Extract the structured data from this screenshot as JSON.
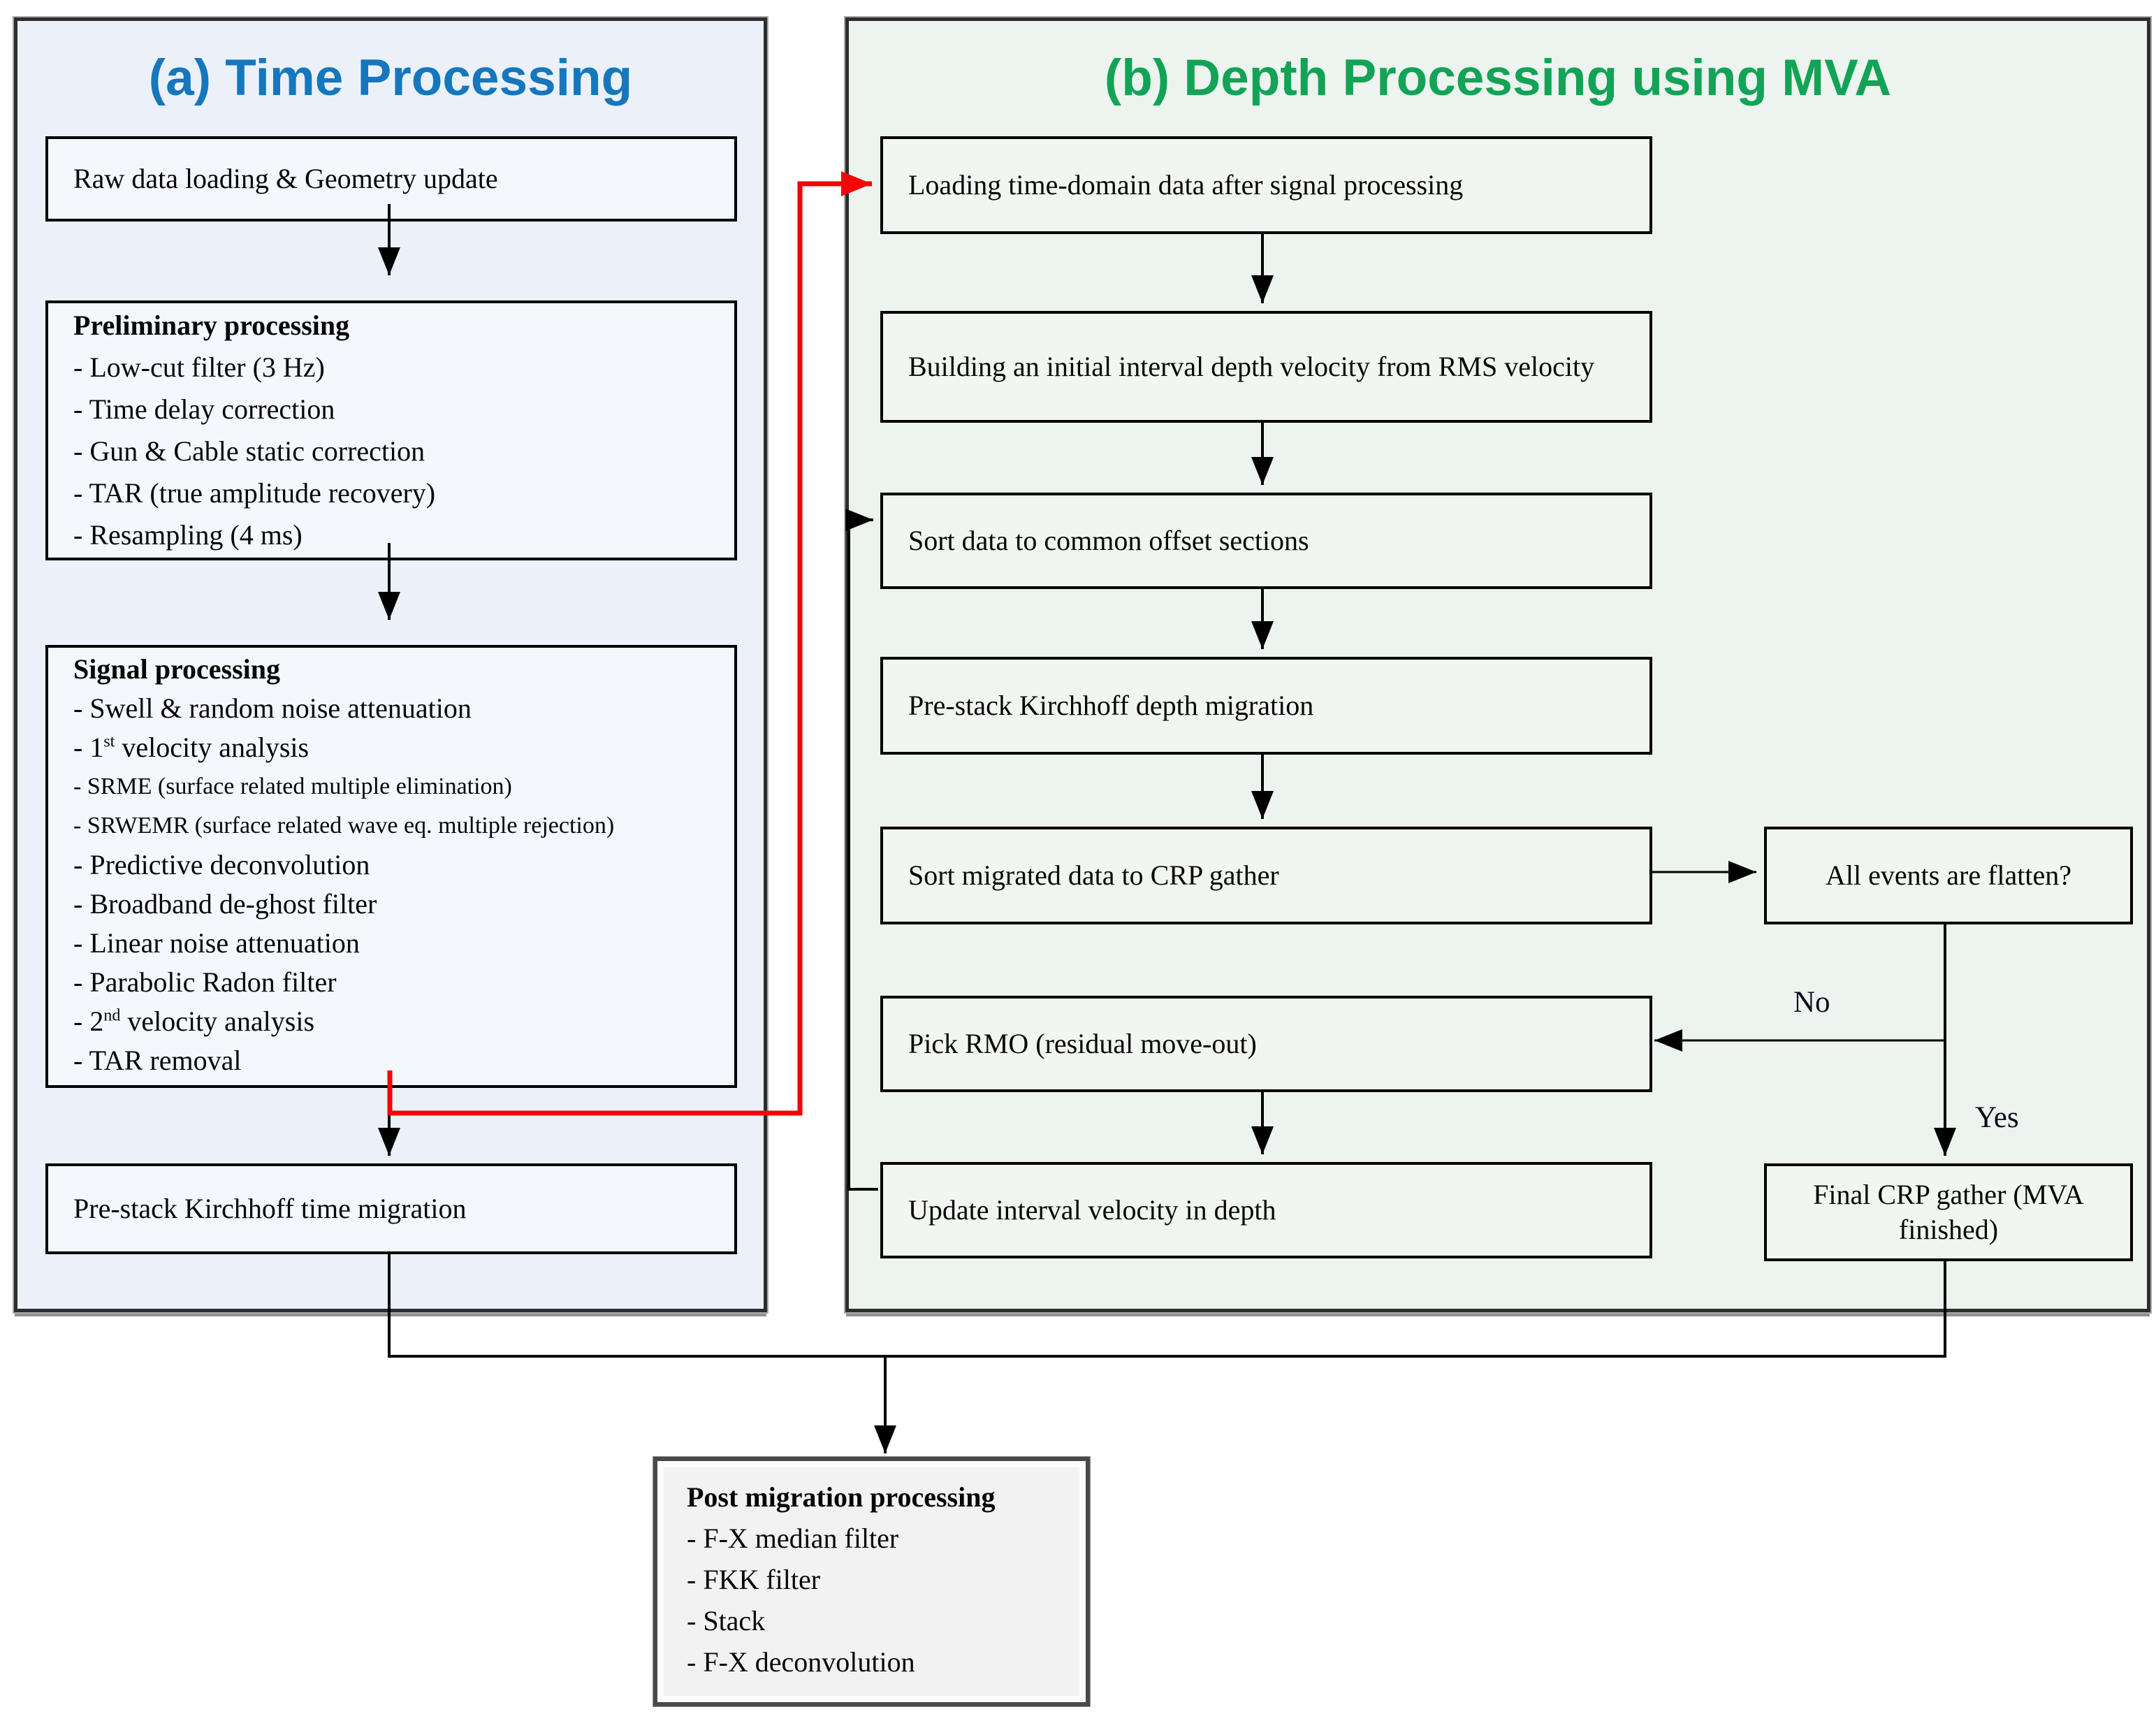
{
  "colors": {
    "panel_a_title": "#1577bd",
    "panel_b_title": "#12a357",
    "flow_accent_red": "#f40408",
    "line_black": "#000000",
    "panel_a_bg": "#ecf1f9",
    "panel_b_bg": "#edf3ee"
  },
  "panel_a": {
    "title": "(a) Time Processing",
    "raw_box": "Raw data loading & Geometry update",
    "preliminary": {
      "title": "Preliminary processing",
      "items": [
        "- Low-cut filter (3 Hz)",
        "- Time delay correction",
        "- Gun & Cable static correction",
        "- TAR (true amplitude recovery)",
        "- Resampling (4 ms)"
      ]
    },
    "signal": {
      "title": "Signal processing",
      "items": [
        {
          "text": "- Swell & random noise attenuation"
        },
        {
          "pre": "- 1",
          "sup": "st",
          "post": " velocity analysis"
        },
        {
          "text": "- SRME (surface related multiple elimination)"
        },
        {
          "text": "- SRWEMR (surface related wave eq. multiple rejection)"
        },
        {
          "text": "- Predictive deconvolution"
        },
        {
          "text": "- Broadband de-ghost filter"
        },
        {
          "text": "- Linear noise attenuation"
        },
        {
          "text": "- Parabolic Radon filter"
        },
        {
          "pre": "- 2",
          "sup": "nd",
          "post": " velocity analysis"
        },
        {
          "text": "- TAR removal"
        }
      ]
    },
    "prestack_time_box": "Pre-stack Kirchhoff time migration"
  },
  "panel_b": {
    "title": "(b) Depth Processing using MVA",
    "boxes": {
      "loading": "Loading time-domain data after signal processing",
      "building": "Building an initial interval depth velocity from RMS velocity",
      "sort_offset": "Sort data to common offset sections",
      "prestack_depth": "Pre-stack Kirchhoff depth migration",
      "sort_crp": "Sort migrated data to CRP gather",
      "pick_rmo": "Pick RMO (residual move-out)",
      "update_velocity": "Update interval velocity in depth",
      "all_events": "All events are flatten?",
      "final_crp": "Final CRP gather (MVA finished)"
    },
    "labels": {
      "no": "No",
      "yes": "Yes"
    }
  },
  "post_box": {
    "title": "Post migration processing",
    "items": [
      "- F-X median filter",
      "- FKK filter",
      "- Stack",
      "- F-X deconvolution"
    ]
  }
}
